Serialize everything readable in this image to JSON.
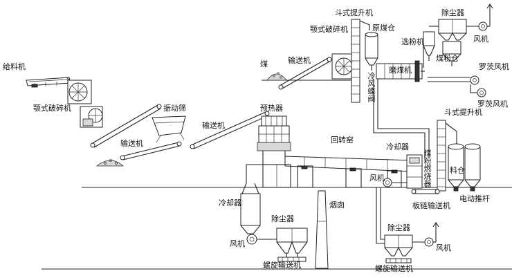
{
  "labels": {
    "feeder": "给料机",
    "jaw_crusher_left": "颚式破碎机",
    "vibrating_screen": "振动筛",
    "conveyor_lower": "输送机",
    "conveyor_mid": "输送机",
    "preheater": "预热器",
    "rotary_kiln": "回转窑",
    "cooler_right": "冷却器",
    "coal_burner": "煤粉燃烧器",
    "cooler_lower": "冷却器",
    "chimney": "烟囱",
    "dust_collector_lower": "除尘器",
    "fan_lower": "风机",
    "screw_conveyor_lower": "螺旋输送机",
    "coal": "煤",
    "conveyor_coal": "输送机",
    "jaw_crusher_coal": "颚式破碎机",
    "bucket_elevator_top": "斗式提升机",
    "raw_coal_bin": "原煤仓",
    "cold_air_valve": "冷风蝶阀",
    "coal_mill": "磨煤机",
    "dust_collector_top": "除尘器",
    "fan_top": "风机",
    "powder_separator": "选粉机",
    "coal_powder_bin": "煤粉仓",
    "roots_blower_1": "罗茨风机",
    "roots_blower_2": "罗茨风机",
    "bucket_elevator_right": "斗式提升机",
    "material_bin": "料仓",
    "electric_pusher": "电动推杆",
    "fan_mid": "风机",
    "plate_chain_conveyor": "板链输送机",
    "dust_collector_right": "除尘器",
    "fan_right": "风机",
    "screw_conveyor_right": "螺旋输送机"
  },
  "colors": {
    "line": "#222222",
    "background": "#ffffff"
  }
}
